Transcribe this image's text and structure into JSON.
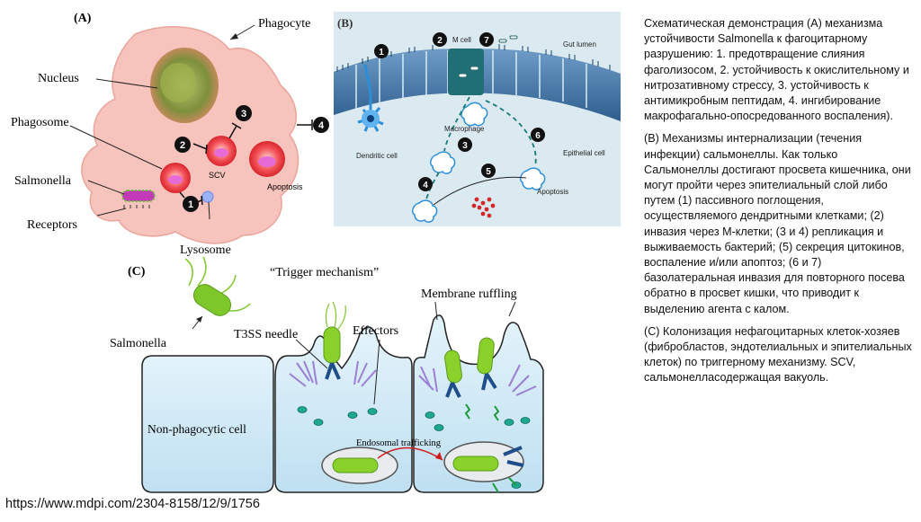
{
  "panel_a": {
    "tag": "(A)",
    "labels": {
      "phagocyte": "Phagocyte",
      "nucleus": "Nucleus",
      "phagosome": "Phagosome",
      "salmonella": "Salmonella",
      "receptors": "Receptors",
      "lysosome": "Lysosome",
      "scv": "SCV",
      "apoptosis": "Apoptosis"
    },
    "markers": [
      "1",
      "2",
      "3",
      "4"
    ]
  },
  "panel_b": {
    "tag": "(B)",
    "labels": {
      "m_cell": "M cell",
      "gut_lumen": "Gut lumen",
      "macrophage": "Macrophage",
      "dendritic_cell": "Dendritic cell",
      "epithelial_cell": "Epithelial cell",
      "apoptosis": "Apoptosis"
    },
    "markers": [
      "1",
      "2",
      "3",
      "4",
      "5",
      "6",
      "7"
    ]
  },
  "panel_c": {
    "tag": "(C)",
    "labels": {
      "trigger": "“Trigger mechanism”",
      "salmonella": "Salmonella",
      "t3ss": "T3SS needle",
      "effectors": "Effectors",
      "membrane_ruffling": "Membrane ruffling",
      "non_phagocytic": "Non-phagocytic cell",
      "endosomal": "Endosomal trafficking"
    }
  },
  "description": {
    "a": "Схематическая демонстрация (A) механизма устойчивости Salmonella к фагоцитарному разрушению: 1. предотвращение слияния фаголизосом, 2. устойчивость к окислительному и нитрозативному стрессу, 3. устойчивость к антимикробным пептидам, 4. ингибирование макрофагально-опосредованного воспаления).",
    "b": "(B) Механизмы интернализации (течения инфекции) сальмонеллы. Как только Сальмонеллы достигают просвета кишечника, они могут пройти через эпителиальный слой либо путем (1) пассивного поглощения, осуществляемого дендритными клетками; (2) инвазия через М-клетки; (3 и 4) репликация и выживаемость бактерий; (5) секреция цитокинов, воспаление и/или апоптоз; (6 и 7) базолатеральная инвазия для повторного посева обратно в просвет кишки, что приводит к выделению агента с калом.",
    "c": "(C) Колонизация нефагоцитарных клеток-хозяев (фибробластов, эндотелиальных и эпителиальных клеток) по триггерному механизму. SCV, сальмонелласодержащая вакуоль."
  },
  "source_url": "https://www.mdpi.com/2304-8158/12/9/1756",
  "colors": {
    "phagocyte_fill": "#f7c3bd",
    "nucleus": "#8a9a4a",
    "vacuole_red": "#e8333a",
    "salmonella_green": "#7ec72b",
    "panel_b_bg": "#dbe9f0",
    "epithelium_blue": "#3f6f9e",
    "host_cell_blue": "#cfe8f5",
    "marker_black": "#111111"
  }
}
